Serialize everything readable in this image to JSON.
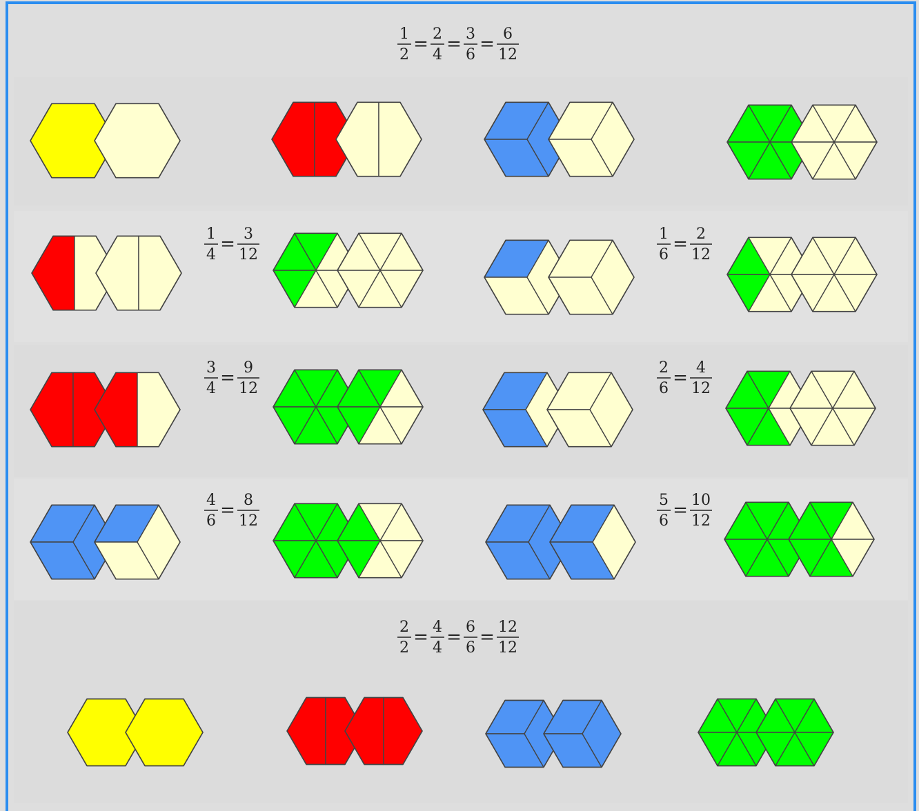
{
  "colors": {
    "frame": "#2a8df0",
    "panel": "#dedede",
    "stroke": "#444444",
    "yellow": "#ffff00",
    "red": "#ff0000",
    "blue": "#4f94f5",
    "green": "#00ff00",
    "cream": "#ffffd0"
  },
  "equations": [
    {
      "id": "eq-halves",
      "terms": [
        [
          "1",
          "2"
        ],
        [
          "2",
          "4"
        ],
        [
          "3",
          "6"
        ],
        [
          "6",
          "12"
        ]
      ]
    },
    {
      "id": "eq-wholes",
      "terms": [
        [
          "2",
          "2"
        ],
        [
          "4",
          "4"
        ],
        [
          "6",
          "6"
        ],
        [
          "12",
          "12"
        ]
      ]
    }
  ],
  "pairs": [
    {
      "id": "pair-1-4",
      "terms": [
        [
          "1",
          "4"
        ],
        [
          "3",
          "12"
        ]
      ]
    },
    {
      "id": "pair-1-6",
      "terms": [
        [
          "1",
          "6"
        ],
        [
          "2",
          "12"
        ]
      ]
    },
    {
      "id": "pair-3-4",
      "terms": [
        [
          "3",
          "4"
        ],
        [
          "9",
          "12"
        ]
      ]
    },
    {
      "id": "pair-2-6",
      "terms": [
        [
          "2",
          "6"
        ],
        [
          "4",
          "12"
        ]
      ]
    },
    {
      "id": "pair-4-6",
      "terms": [
        [
          "4",
          "6"
        ],
        [
          "8",
          "12"
        ]
      ]
    },
    {
      "id": "pair-5-6",
      "terms": [
        [
          "5",
          "6"
        ],
        [
          "10",
          "12"
        ]
      ]
    }
  ],
  "models": [
    {
      "id": "model-1-2-yellow",
      "split": "whole",
      "color": "yellow",
      "filled": 1,
      "unit": "half"
    },
    {
      "id": "model-2-4-red",
      "split": "halves",
      "color": "red",
      "filled": 2,
      "unit": "quarter"
    },
    {
      "id": "model-3-6-blue",
      "split": "thirds",
      "color": "blue",
      "filled": 3,
      "unit": "sixth"
    },
    {
      "id": "model-6-12-green",
      "split": "sixths",
      "color": "green",
      "filled": 6,
      "unit": "twelfth"
    },
    {
      "id": "model-1-4-red",
      "split": "halves",
      "color": "red",
      "filled": 1,
      "unit": "quarter"
    },
    {
      "id": "model-3-12-green",
      "split": "sixths",
      "color": "green",
      "filled": 3,
      "unit": "twelfth"
    },
    {
      "id": "model-1-6-blue",
      "split": "thirds",
      "color": "blue",
      "filled": 1,
      "unit": "sixth"
    },
    {
      "id": "model-2-12-green",
      "split": "sixths",
      "color": "green",
      "filled": 2,
      "unit": "twelfth"
    },
    {
      "id": "model-3-4-red",
      "split": "halves",
      "color": "red",
      "filled": 3,
      "unit": "quarter"
    },
    {
      "id": "model-9-12-green",
      "split": "sixths",
      "color": "green",
      "filled": 9,
      "unit": "twelfth"
    },
    {
      "id": "model-2-6-blue",
      "split": "thirds",
      "color": "blue",
      "filled": 2,
      "unit": "sixth"
    },
    {
      "id": "model-4-12-green",
      "split": "sixths",
      "color": "green",
      "filled": 4,
      "unit": "twelfth"
    },
    {
      "id": "model-4-6-blue",
      "split": "thirds",
      "color": "blue",
      "filled": 4,
      "unit": "sixth"
    },
    {
      "id": "model-8-12-green",
      "split": "sixths",
      "color": "green",
      "filled": 8,
      "unit": "twelfth"
    },
    {
      "id": "model-5-6-blue",
      "split": "thirds",
      "color": "blue",
      "filled": 5,
      "unit": "sixth"
    },
    {
      "id": "model-10-12-green",
      "split": "sixths",
      "color": "green",
      "filled": 10,
      "unit": "twelfth"
    },
    {
      "id": "model-2-2-yellow",
      "split": "whole",
      "color": "yellow",
      "filled": 2,
      "unit": "half"
    },
    {
      "id": "model-4-4-red",
      "split": "halves",
      "color": "red",
      "filled": 4,
      "unit": "quarter"
    },
    {
      "id": "model-6-6-blue",
      "split": "thirds",
      "color": "blue",
      "filled": 6,
      "unit": "sixth"
    },
    {
      "id": "model-12-12-green",
      "split": "sixths",
      "color": "green",
      "filled": 12,
      "unit": "twelfth"
    }
  ]
}
